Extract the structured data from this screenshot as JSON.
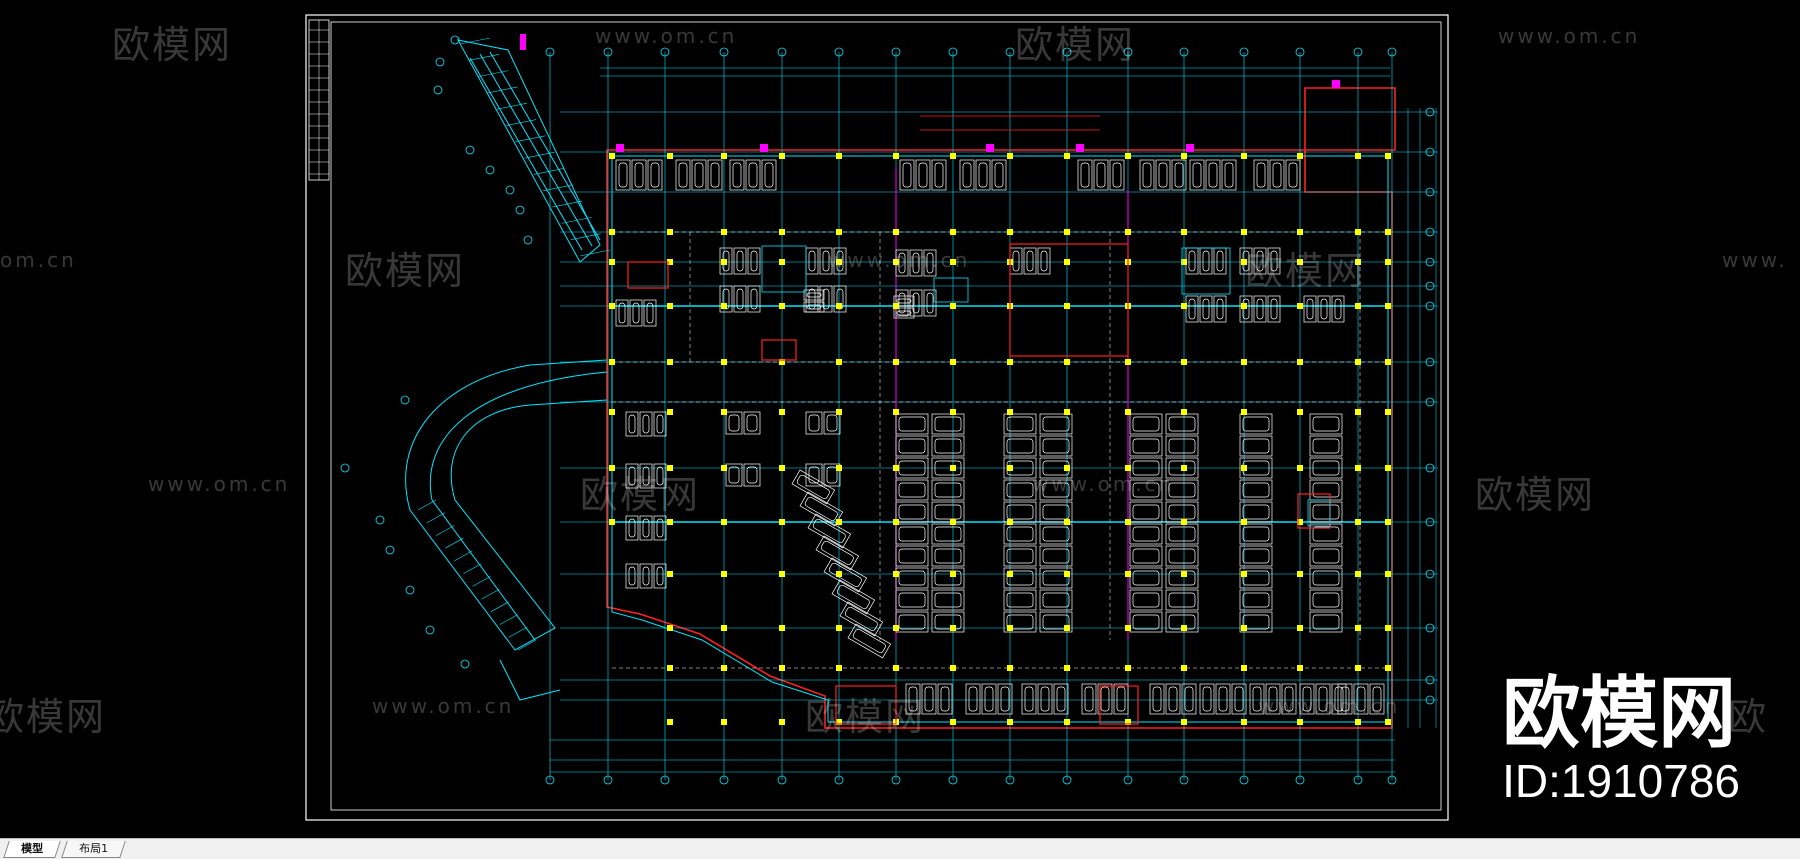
{
  "watermark": {
    "brand_text": "欧模网",
    "url_text": "www.om.cn",
    "url_partial_left": "om.cn",
    "url_partial_right": "www.",
    "brand_partial_left": "欧模网",
    "brand_partial_right": "欧"
  },
  "brand": {
    "name": "欧模网",
    "id_label": "ID:1910786"
  },
  "tabs": [
    {
      "label": "模型",
      "active": true
    },
    {
      "label": "布局1",
      "active": false
    }
  ],
  "drawing": {
    "line_colors": {
      "frame": "#ffffff",
      "wall": "#ff2020",
      "axis": "#00e5ff",
      "parking": "#ffffff",
      "accent": "#ff00ff",
      "column": "#ffff00",
      "cyan_dim": "#00a8c0"
    }
  }
}
